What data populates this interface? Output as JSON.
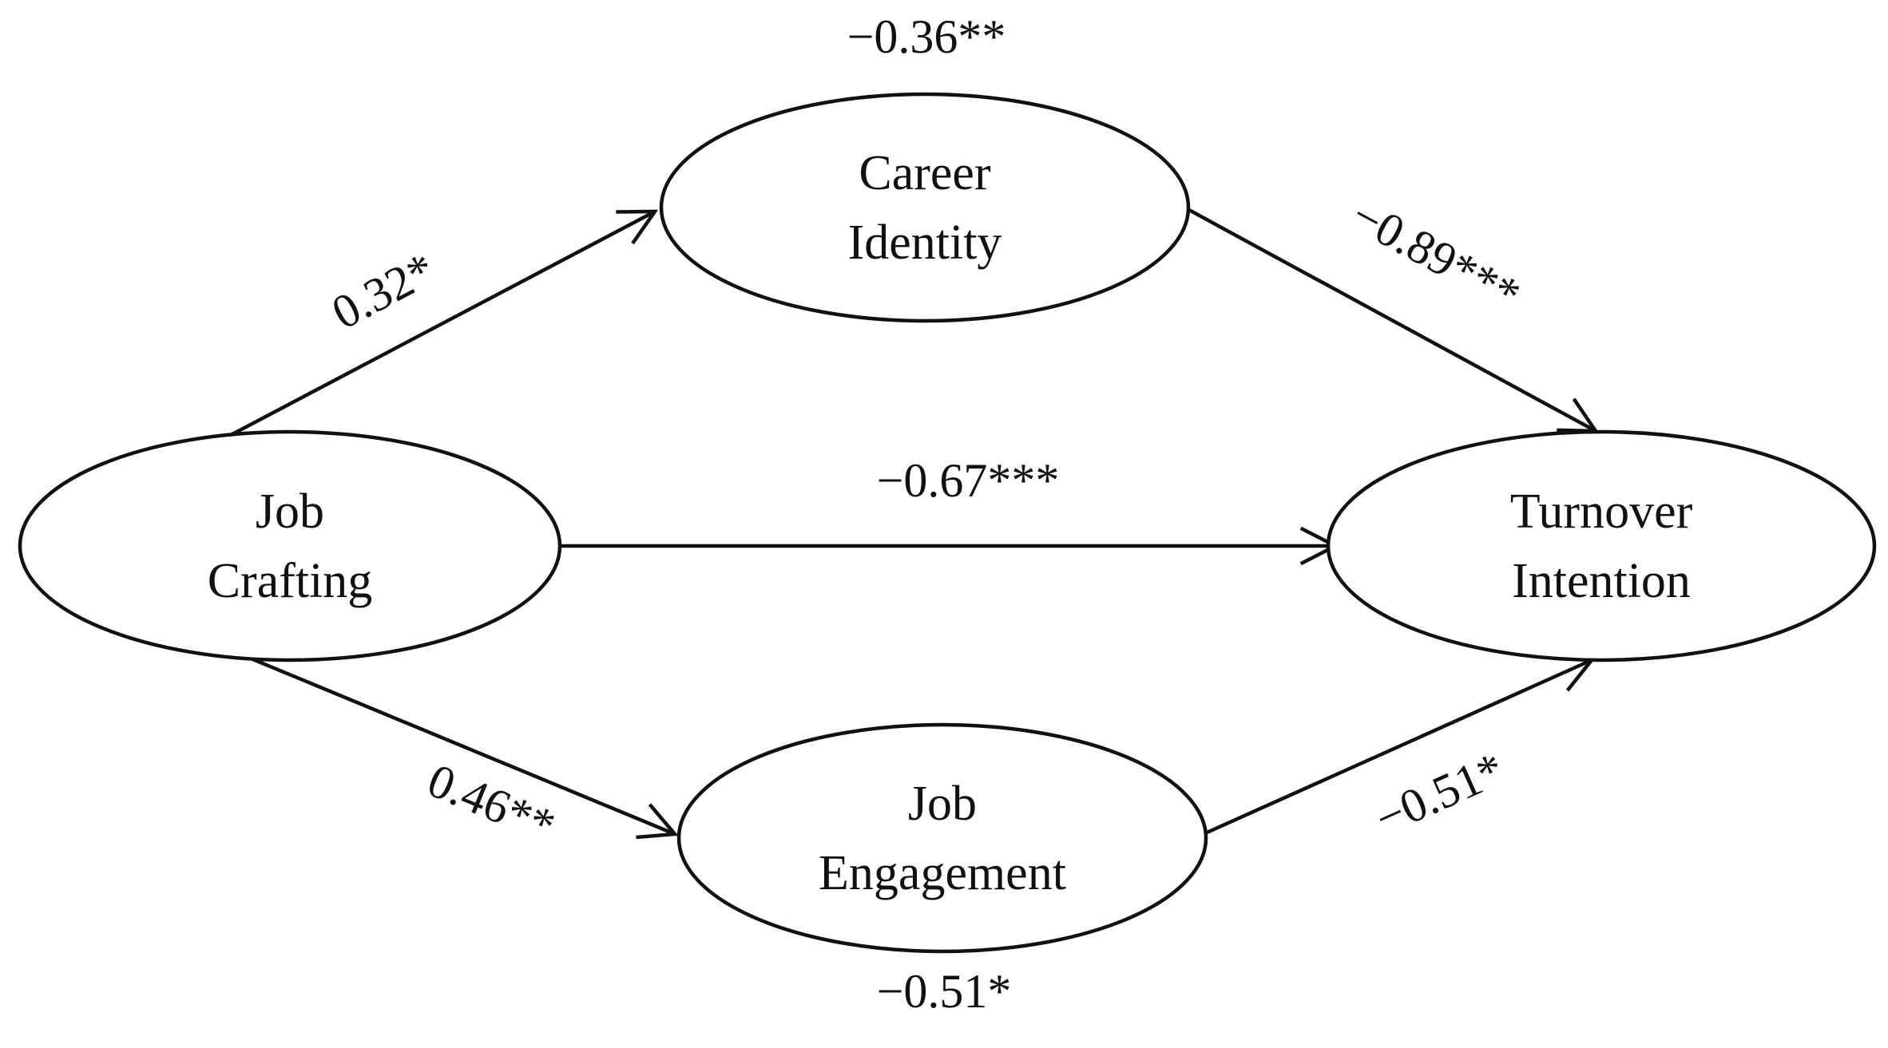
{
  "chart_data": {
    "type": "diagram",
    "subtype": "path-analysis-structural-equation-model",
    "title": "",
    "nodes": [
      {
        "id": "job_crafting",
        "label_line1": "Job",
        "label_line2": "Crafting",
        "role": "predictor"
      },
      {
        "id": "career_identity",
        "label_line1": "Career",
        "label_line2": "Identity",
        "role": "mediator"
      },
      {
        "id": "job_engagement",
        "label_line1": "Job",
        "label_line2": "Engagement",
        "role": "mediator"
      },
      {
        "id": "turnover_intention",
        "label_line1": "Turnover",
        "label_line2": "Intention",
        "role": "outcome"
      }
    ],
    "edges": [
      {
        "id": "jc_to_ci",
        "from": "job_crafting",
        "to": "career_identity",
        "coefficient": 0.32,
        "stars": "*",
        "label": "0.32*",
        "significance": "p<0.05"
      },
      {
        "id": "ci_to_ti",
        "from": "career_identity",
        "to": "turnover_intention",
        "coefficient": -0.89,
        "stars": "***",
        "label": "−0.89***",
        "significance": "p<0.001"
      },
      {
        "id": "jc_to_ti",
        "from": "job_crafting",
        "to": "turnover_intention",
        "coefficient": -0.67,
        "stars": "***",
        "label": "−0.67***",
        "significance": "p<0.001"
      },
      {
        "id": "jc_to_je",
        "from": "job_crafting",
        "to": "job_engagement",
        "coefficient": 0.46,
        "stars": "**",
        "label": "0.46**",
        "significance": "p<0.01"
      },
      {
        "id": "je_to_ti",
        "from": "job_engagement",
        "to": "turnover_intention",
        "coefficient": -0.51,
        "stars": "*",
        "label": "−0.51*",
        "significance": "p<0.05"
      }
    ],
    "standalone_labels": [
      {
        "id": "top_label",
        "label": "−0.36**",
        "coefficient": -0.36,
        "stars": "**",
        "position": "above-career-identity"
      },
      {
        "id": "bottom_label",
        "label": "−0.51*",
        "coefficient": -0.51,
        "stars": "*",
        "position": "below-job-engagement"
      }
    ],
    "legend": [],
    "colors": {
      "stroke": "#111111",
      "fill": "#ffffff",
      "text": "#111111",
      "background": "#ffffff"
    }
  },
  "nodes": {
    "job_crafting": {
      "line1": "Job",
      "line2": "Crafting"
    },
    "career_identity": {
      "line1": "Career",
      "line2": "Identity"
    },
    "job_engagement": {
      "line1": "Job",
      "line2": "Engagement"
    },
    "turnover_intention": {
      "line1": "Turnover",
      "line2": "Intention"
    }
  },
  "labels": {
    "top_above_career_identity": "−0.36**",
    "jc_to_ci": "0.32*",
    "ci_to_ti": "−0.89***",
    "jc_to_ti": "−0.67***",
    "jc_to_je": "0.46**",
    "je_to_ti": "−0.51*",
    "bottom_below_job_engagement": "−0.51*"
  }
}
